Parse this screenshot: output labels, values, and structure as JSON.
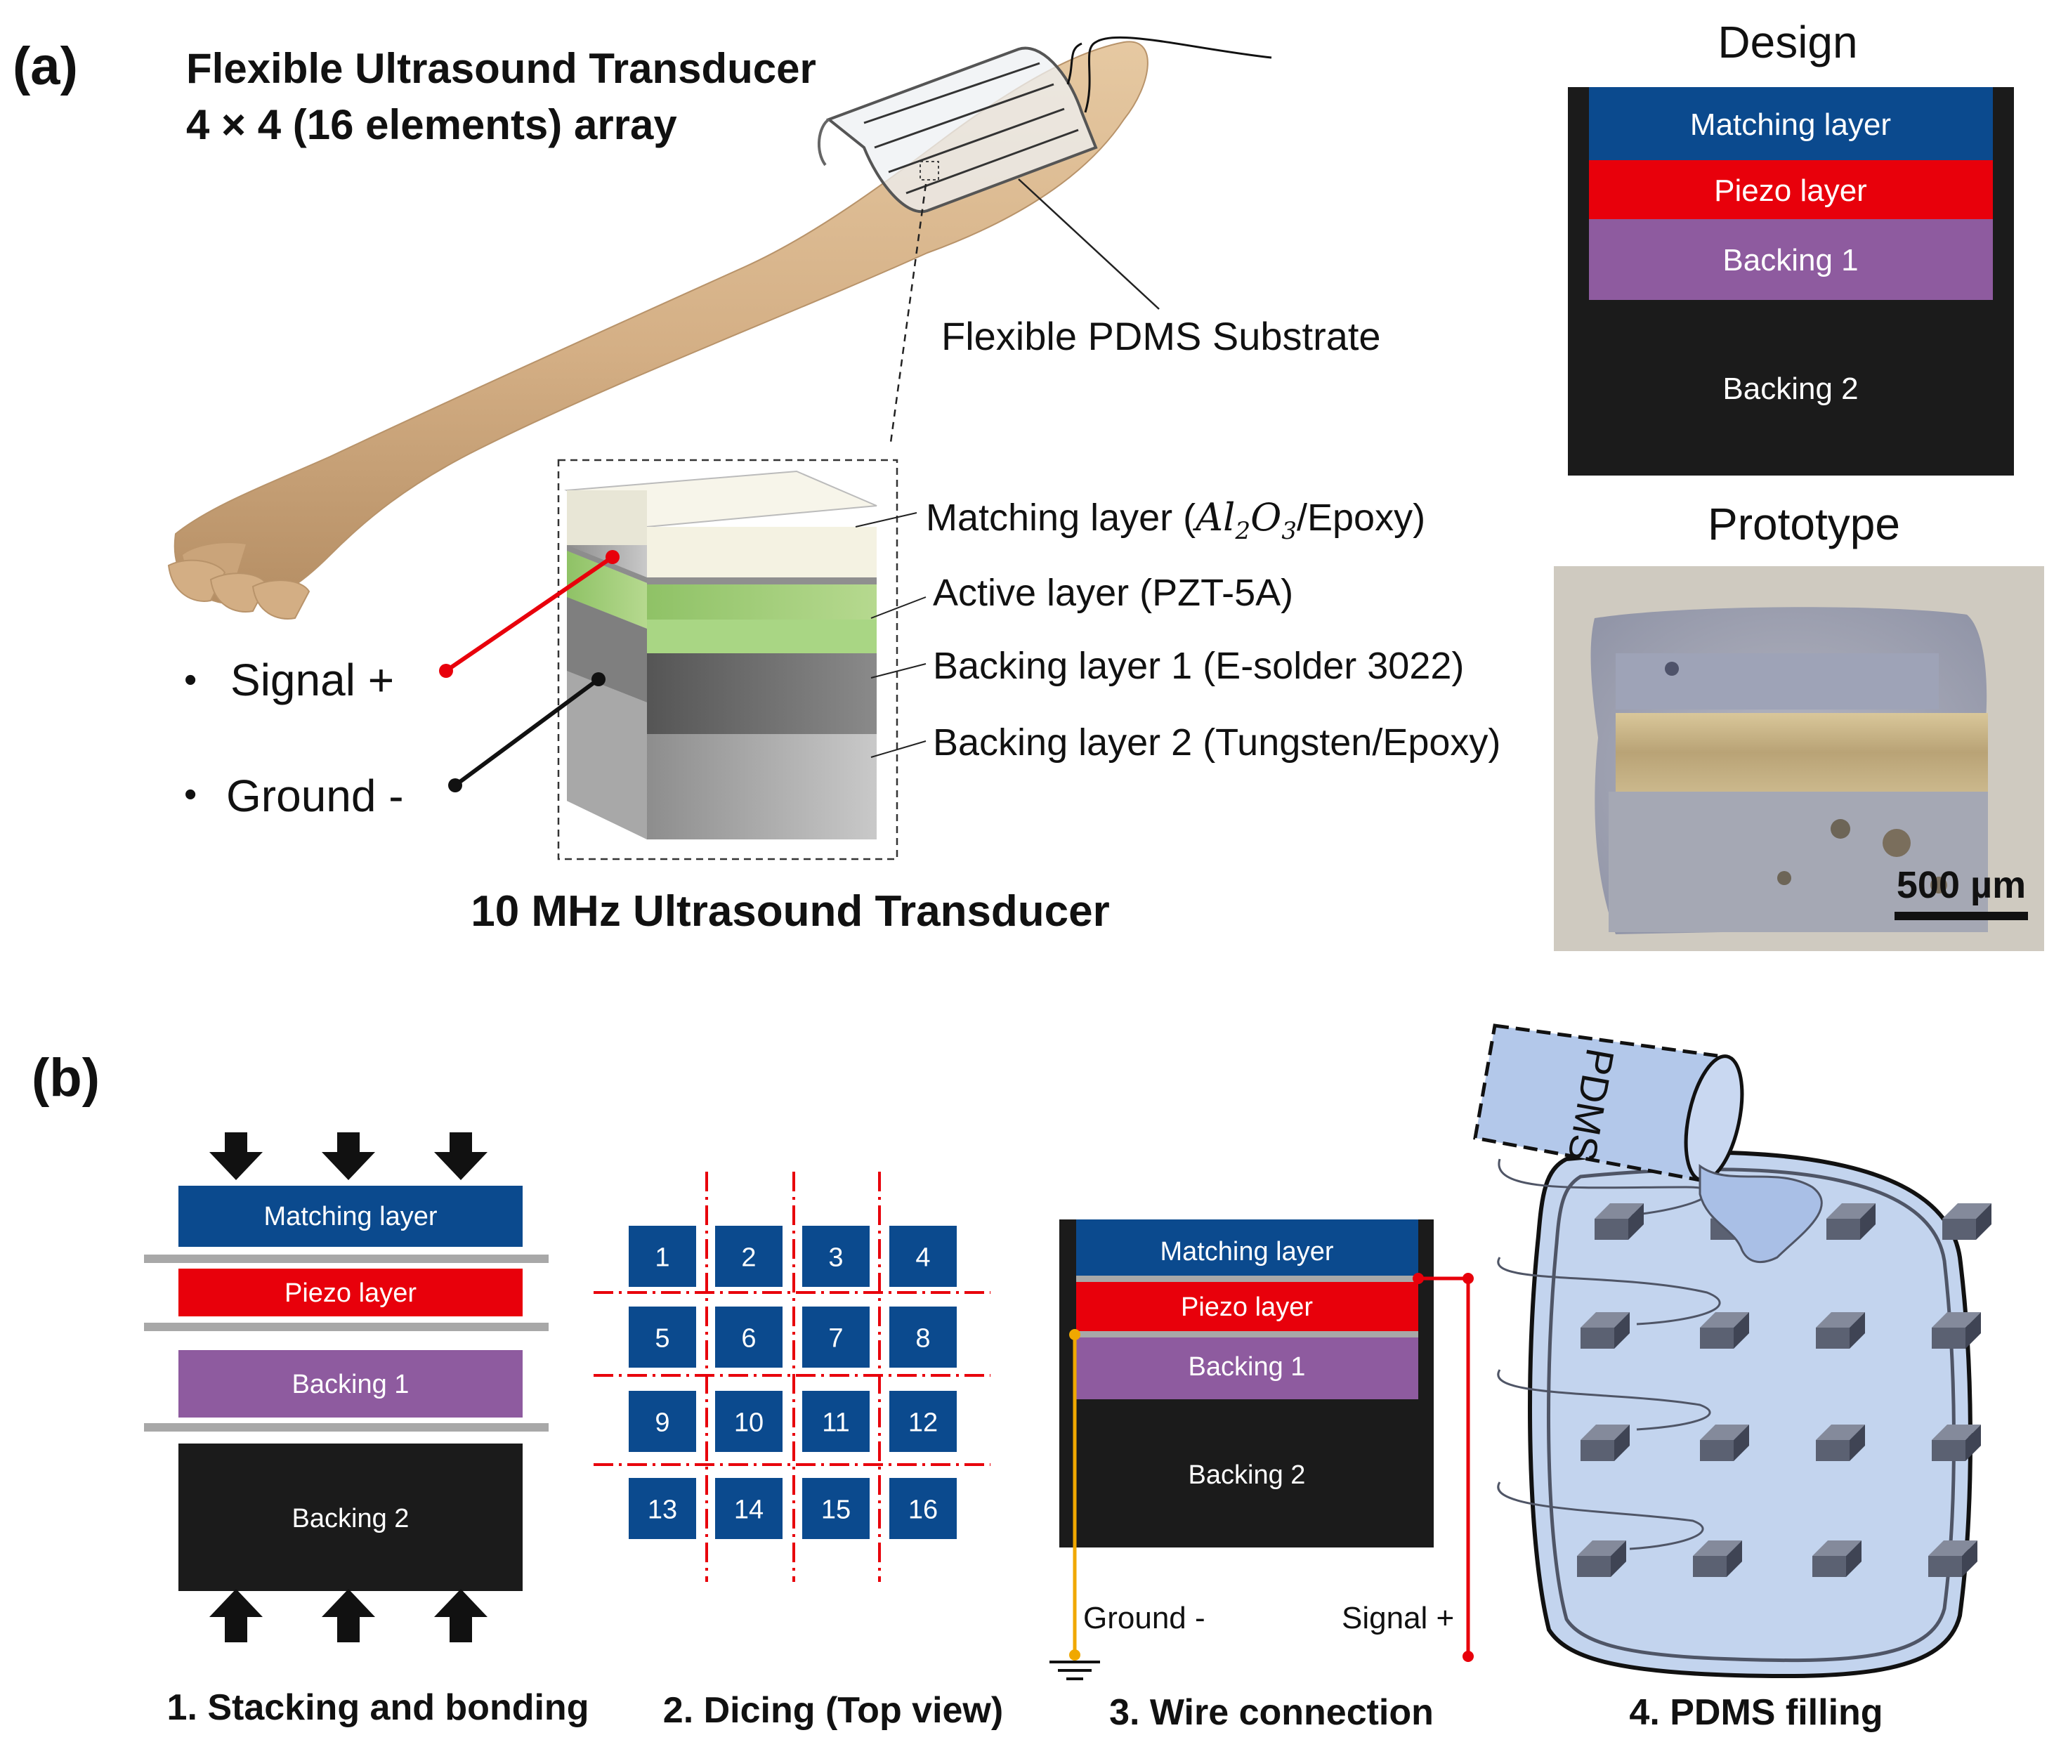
{
  "panel_a": {
    "label": "(a)",
    "title_line1": "Flexible Ultrasound Transducer",
    "title_line2": "4 × 4 (16 elements) array",
    "substrate_label": "Flexible PDMS Substrate",
    "layers": {
      "matching_prefix": "Matching layer (",
      "matching_chem_al": "Al",
      "matching_chem_sub1": "2",
      "matching_chem_o": "O",
      "matching_chem_sub2": "3",
      "matching_suffix": "/Epoxy)",
      "active": "Active layer (PZT-5A)",
      "backing1": "Backing layer 1 (E-solder 3022)",
      "backing2": "Backing layer 2 (Tungsten/Epoxy)"
    },
    "signal_label": "Signal +",
    "ground_label": "Ground -",
    "bullet": "•",
    "transducer_title": "10 MHz Ultrasound Transducer",
    "design": {
      "title": "Design",
      "matching": "Matching layer",
      "piezo": "Piezo layer",
      "backing1": "Backing 1",
      "backing2": "Backing 2"
    },
    "prototype": {
      "title": "Prototype",
      "scale_label": "500 µm"
    }
  },
  "panel_b": {
    "label": "(b)",
    "step1": {
      "caption": "1. Stacking and bonding",
      "matching": "Matching layer",
      "piezo": "Piezo layer",
      "backing1": "Backing 1",
      "backing2": "Backing 2"
    },
    "step2": {
      "caption": "2. Dicing (Top view)",
      "elements": [
        "1",
        "2",
        "3",
        "4",
        "5",
        "6",
        "7",
        "8",
        "9",
        "10",
        "11",
        "12",
        "13",
        "14",
        "15",
        "16"
      ]
    },
    "step3": {
      "caption": "3. Wire connection",
      "matching": "Matching layer",
      "piezo": "Piezo layer",
      "backing1": "Backing 1",
      "backing2": "Backing 2",
      "ground": "Ground -",
      "signal": "Signal +"
    },
    "step4": {
      "caption": "4. PDMS filling",
      "pdms": "PDMS"
    }
  },
  "colors": {
    "matching": "#0b4a8e",
    "piezo": "#e8000b",
    "backing1": "#8e5b9f",
    "backing2": "#1b1b1b",
    "element": "#0b4a8e",
    "dice_line": "#e8000b",
    "pdms_fill": "#c3d4ee",
    "skin": "#d8b68e",
    "active_green": "#a3cd7a",
    "ground_wire": "#f0a800"
  }
}
